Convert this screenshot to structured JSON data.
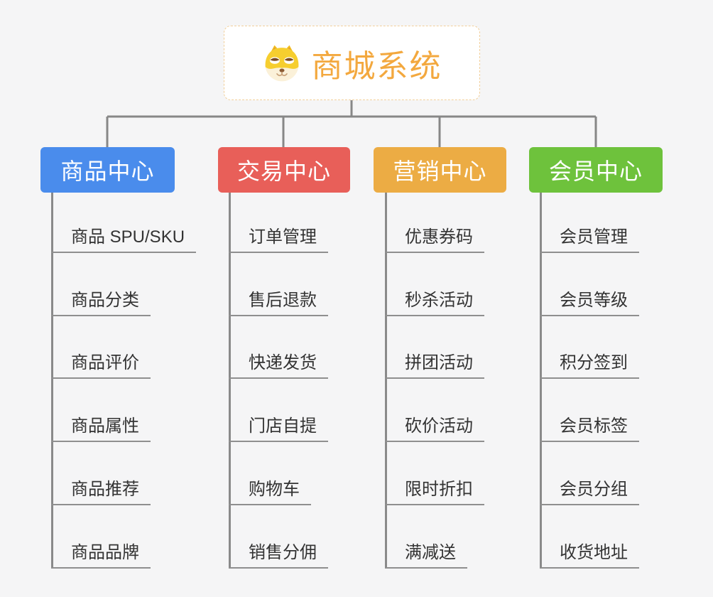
{
  "canvas": {
    "background": "#f5f5f6",
    "connector_color": "#878787",
    "underline_color": "#8f8f8f"
  },
  "root": {
    "title": "商城系统",
    "title_color": "#F3A83E",
    "border_color": "#F2CF9A",
    "icon": "dog-face-icon"
  },
  "branches": [
    {
      "id": "product-center",
      "label": "商品中心",
      "color": "#4A8CEC",
      "items": [
        "商品 SPU/SKU",
        "商品分类",
        "商品评价",
        "商品属性",
        "商品推荐",
        "商品品牌"
      ]
    },
    {
      "id": "trade-center",
      "label": "交易中心",
      "color": "#E85F59",
      "items": [
        "订单管理",
        "售后退款",
        "快递发货",
        "门店自提",
        "购物车",
        "销售分佣"
      ]
    },
    {
      "id": "marketing-center",
      "label": "营销中心",
      "color": "#ECAC44",
      "items": [
        "优惠券码",
        "秒杀活动",
        "拼团活动",
        "砍价活动",
        "限时折扣",
        "满减送"
      ]
    },
    {
      "id": "member-center",
      "label": "会员中心",
      "color": "#6EC23C",
      "items": [
        "会员管理",
        "会员等级",
        "积分签到",
        "会员标签",
        "会员分组",
        "收货地址"
      ]
    }
  ]
}
